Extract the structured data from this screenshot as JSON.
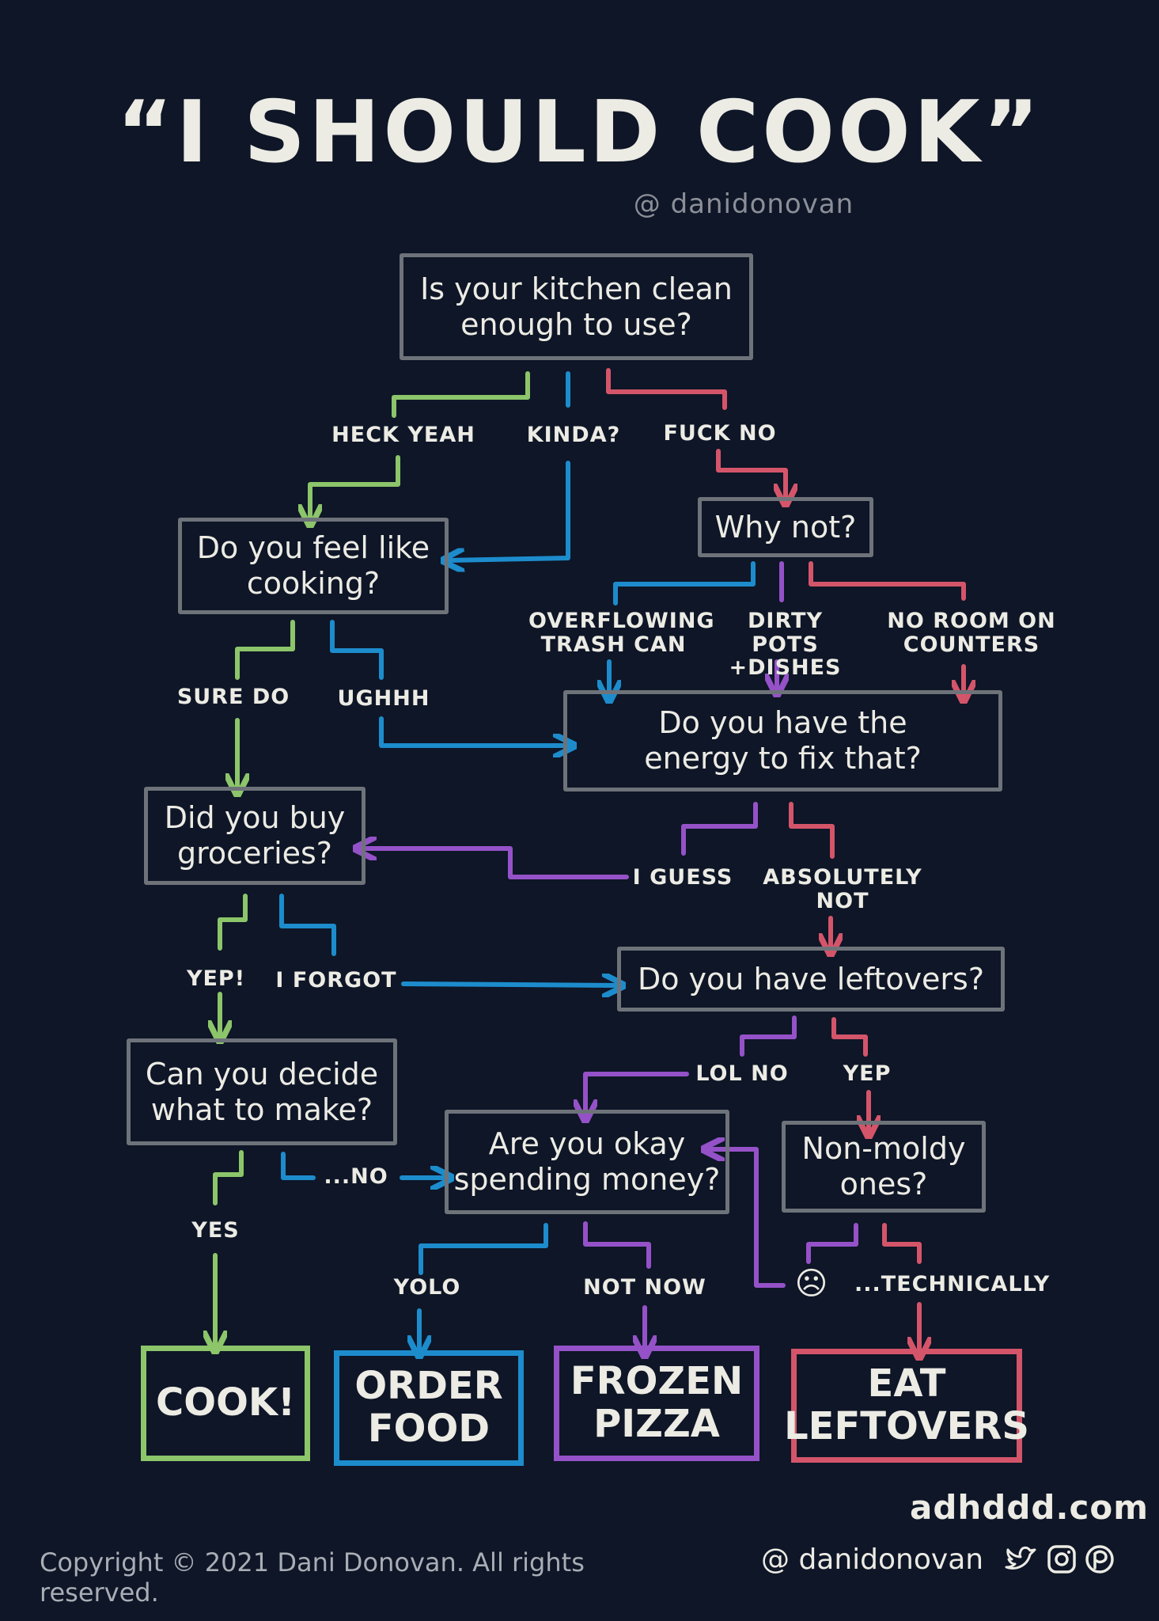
{
  "title": "“I SHOULD COOK”",
  "handle_top": "@ danidonovan",
  "colors": {
    "background": "#0e1627",
    "box_border": "#6e737a",
    "green": "#8cc56a",
    "blue": "#1d8ccc",
    "red": "#d4556a",
    "purple": "#9552c8",
    "text": "#ecebe4"
  },
  "questions": {
    "kitchen_clean": "Is your kitchen clean\nenough to use?",
    "why_not": "Why not?",
    "feel_like_cooking": "Do you feel like\ncooking?",
    "energy_fix": "Do you have the\nenergy to fix that?",
    "buy_groceries": "Did you buy\ngroceries?",
    "have_leftovers": "Do you have leftovers?",
    "decide_make": "Can you decide\nwhat to make?",
    "okay_spending": "Are you okay\nspending money?",
    "non_moldy": "Non-moldy\nones?"
  },
  "answers": {
    "heck_yeah": "HECK YEAH",
    "kinda": "KINDA?",
    "fuck_no": "FUCK NO",
    "overflowing_trash": "OVERFLOWING\nTRASH CAN",
    "dirty_pots": "DIRTY POTS\n+DISHES",
    "no_room": "NO ROOM ON\nCOUNTERS",
    "sure_do": "SURE DO",
    "ughhh": "UGHHH",
    "i_guess": "I GUESS",
    "absolutely_not": "ABSOLUTELY\nNOT",
    "yep_exclaim": "YEP!",
    "i_forgot": "I FORGOT",
    "lol_no": "LOL NO",
    "yep": "YEP",
    "dots_no": "...NO",
    "yes": "YES",
    "yolo": "YOLO",
    "not_now": "NOT NOW",
    "sad_face": "☹",
    "technically": "...TECHNICALLY"
  },
  "outcomes": {
    "cook": "COOK!",
    "order_food": "ORDER\nFOOD",
    "frozen_pizza": "FROZEN\nPIZZA",
    "eat_leftovers": "EAT\nLEFTOVERS"
  },
  "footer": {
    "copyright": "Copyright © 2021 Dani Donovan. All rights reserved.",
    "site": "adhddd.com",
    "handle": "@ danidonovan",
    "social_icons": [
      "twitter-icon",
      "instagram-icon",
      "patreon-icon"
    ]
  }
}
